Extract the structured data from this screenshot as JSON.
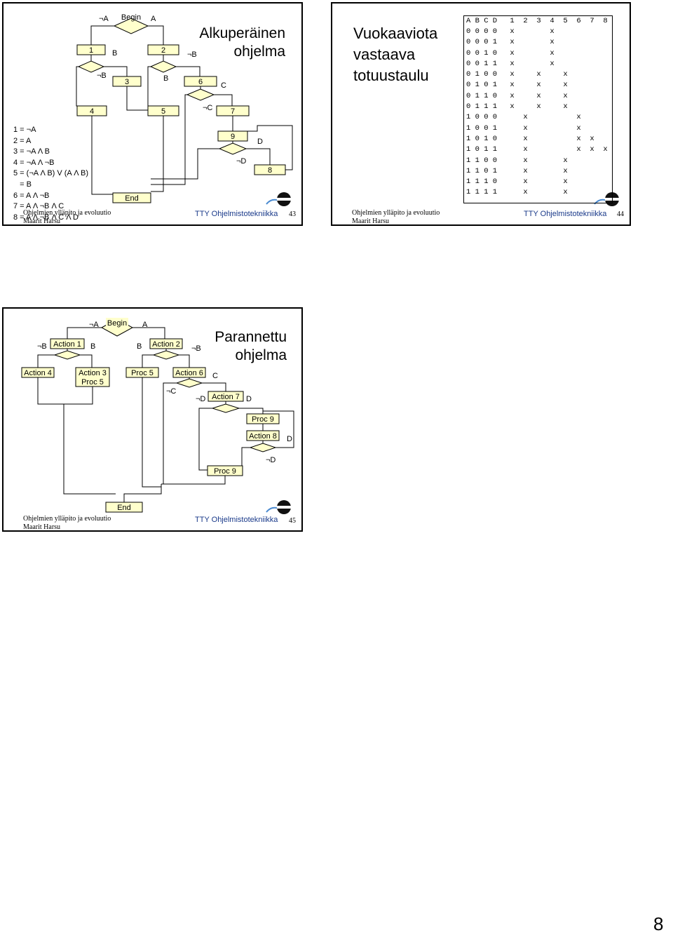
{
  "slide43": {
    "title_line1": "Alkuperäinen",
    "title_line2": "ohjelma",
    "conditions": [
      "1 = ¬A",
      "2 = A",
      "3 = ¬A Λ B",
      "4 = ¬A Λ ¬B",
      "5 = (¬A Λ B) V (A Λ B)",
      "   = B",
      "6 = A Λ ¬B",
      "7 = A Λ ¬B Λ C",
      "8 = A Λ ¬B Λ C Λ D"
    ],
    "labels": {
      "begin": "Begin",
      "end": "End",
      "n1": "1",
      "n2": "2",
      "n3": "3",
      "n4": "4",
      "n5": "5",
      "n6": "6",
      "n7": "7",
      "n8": "8",
      "n9": "9",
      "notA": "¬A",
      "A": "A",
      "B1": "B",
      "notB1": "¬B",
      "B2": "B",
      "notB2": "¬B",
      "C": "C",
      "notC": "¬C",
      "D": "D",
      "notD": "¬D"
    },
    "footer_line1": "Ohjelmien ylläpito ja evoluutio",
    "footer_line2": "Maarit Harsu",
    "footer_center": "TTY Ohjelmistotekniikka",
    "page": "43"
  },
  "slide44": {
    "title_line1": "Vuokaaviota",
    "title_line2": "vastaava",
    "title_line3": "totuustaulu",
    "table": {
      "headers": [
        "A B C D",
        "1",
        "2",
        "3",
        "4",
        "5",
        "6",
        "7",
        "8"
      ],
      "rows": [
        [
          "0 0 0 0",
          "x",
          "",
          "",
          "x",
          "",
          "",
          "",
          ""
        ],
        [
          "0 0 0 1",
          "x",
          "",
          "",
          "x",
          "",
          "",
          "",
          ""
        ],
        [
          "0 0 1 0",
          "x",
          "",
          "",
          "x",
          "",
          "",
          "",
          ""
        ],
        [
          "0 0 1 1",
          "x",
          "",
          "",
          "x",
          "",
          "",
          "",
          ""
        ],
        [
          "0 1 0 0",
          "x",
          "",
          "x",
          "",
          "x",
          "",
          "",
          ""
        ],
        [
          "0 1 0 1",
          "x",
          "",
          "x",
          "",
          "x",
          "",
          "",
          ""
        ],
        [
          "0 1 1 0",
          "x",
          "",
          "x",
          "",
          "x",
          "",
          "",
          ""
        ],
        [
          "0 1 1 1",
          "x",
          "",
          "x",
          "",
          "x",
          "",
          "",
          ""
        ],
        [
          "1 0 0 0",
          "",
          "x",
          "",
          "",
          "",
          "x",
          "",
          ""
        ],
        [
          "1 0 0 1",
          "",
          "x",
          "",
          "",
          "",
          "x",
          "",
          ""
        ],
        [
          "1 0 1 0",
          "",
          "x",
          "",
          "",
          "",
          "x",
          "x",
          ""
        ],
        [
          "1 0 1 1",
          "",
          "x",
          "",
          "",
          "",
          "x",
          "x",
          "x"
        ],
        [
          "1 1 0 0",
          "",
          "x",
          "",
          "",
          "x",
          "",
          "",
          ""
        ],
        [
          "1 1 0 1",
          "",
          "x",
          "",
          "",
          "x",
          "",
          "",
          ""
        ],
        [
          "1 1 1 0",
          "",
          "x",
          "",
          "",
          "x",
          "",
          "",
          ""
        ],
        [
          "1 1 1 1",
          "",
          "x",
          "",
          "",
          "x",
          "",
          "",
          ""
        ]
      ]
    },
    "footer_line1": "Ohjelmien ylläpito ja evoluutio",
    "footer_line2": "Maarit Harsu",
    "footer_center": "TTY Ohjelmistotekniikka",
    "page": "44"
  },
  "slide45": {
    "title_line1": "Parannettu",
    "title_line2": "ohjelma",
    "labels": {
      "begin": "Begin",
      "end": "End",
      "action1": "Action 1",
      "action2": "Action 2",
      "action3": "Action 3",
      "action4": "Action 4",
      "action6": "Action 6",
      "action7": "Action 7",
      "action8": "Action 8",
      "proc5a": "Proc 5",
      "proc5b": "Proc 5",
      "proc9a": "Proc 9",
      "proc9b": "Proc 9",
      "notA": "¬A",
      "A": "A",
      "notB1": "¬B",
      "B1": "B",
      "B2": "B",
      "notB2": "¬B",
      "C": "C",
      "notC": "¬C",
      "notD1": "¬D",
      "D1": "D",
      "D2": "D",
      "notD2": "¬D"
    },
    "footer_line1": "Ohjelmien ylläpito ja evoluutio",
    "footer_line2": "Maarit Harsu",
    "footer_center": "TTY Ohjelmistotekniikka",
    "page": "45"
  },
  "page_number": "8"
}
